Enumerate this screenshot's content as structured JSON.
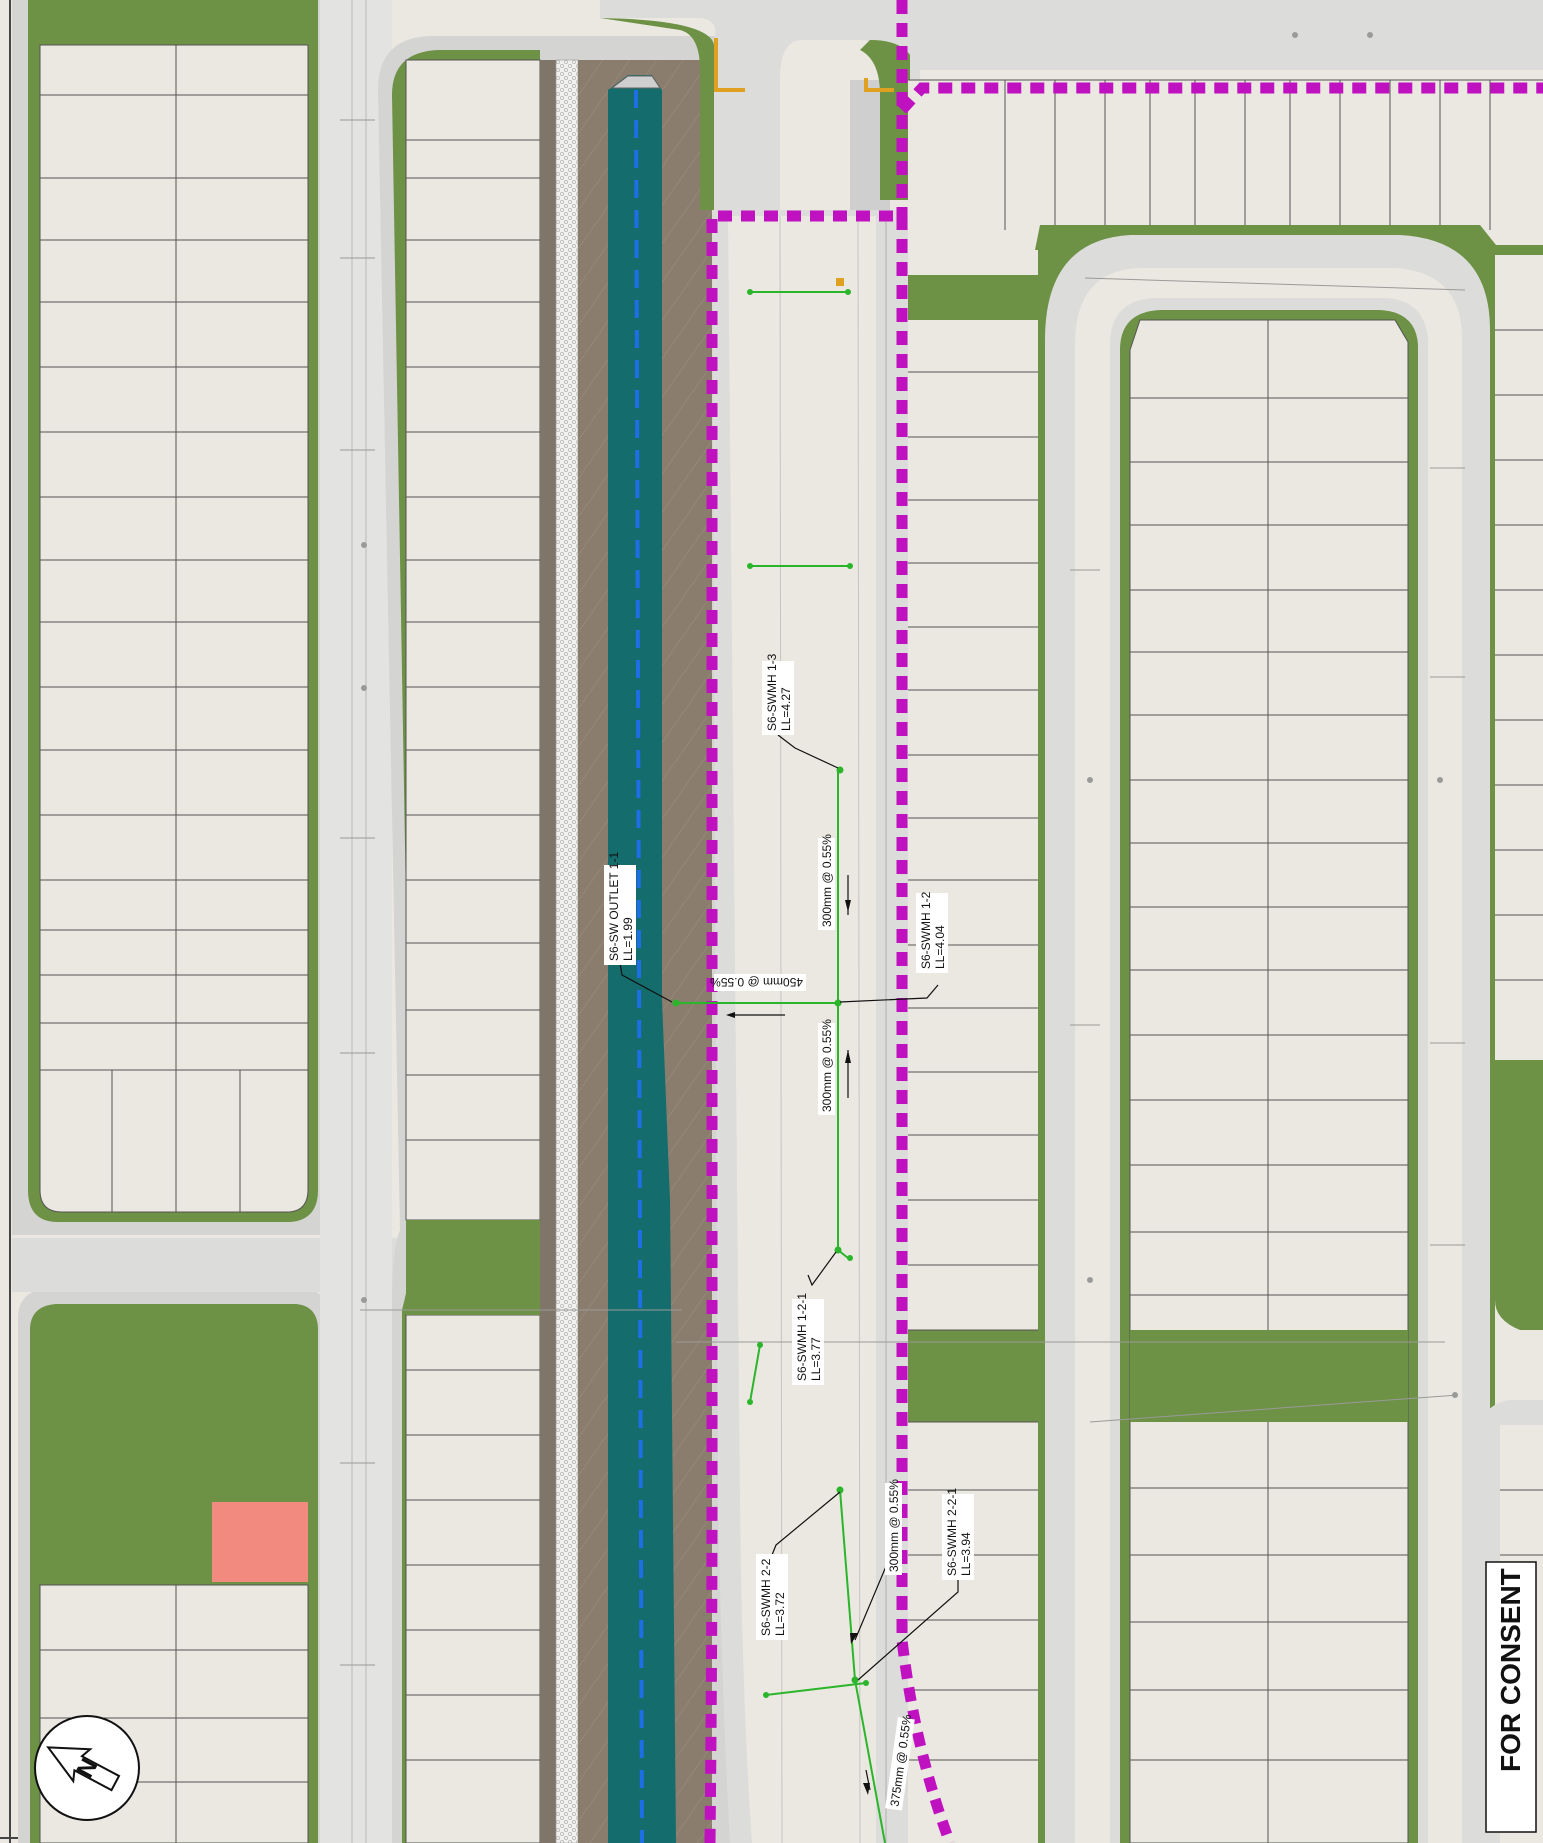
{
  "stamp": {
    "text": "FOR CONSENT"
  },
  "north_arrow": {
    "label": "N"
  },
  "colors": {
    "lot": "#ebe8e1",
    "green": "#6d9145",
    "road": "#dcdcda",
    "channel_water": "#146c6c",
    "channel_bank": "#8a7d6e",
    "boundary": "#c011c0",
    "stormwater": "#2bb52b",
    "flow_line": "#1e6fe6"
  },
  "labels": {
    "swmh_1_3": {
      "name": "S6-SWMH 1-3",
      "ll": "LL=4.27"
    },
    "swmh_1_2": {
      "name": "S6-SWMH  1-2",
      "ll": "LL=4.04"
    },
    "outlet": {
      "name": "S6-SW OUTLET 1-1",
      "ll": "LL=1.99"
    },
    "swmh_1_2_1": {
      "name": "S6-SWMH 1-2-1",
      "ll": "LL=3.77"
    },
    "swmh_2_2": {
      "name": "S6-SWMH 2-2",
      "ll": "LL=3.72"
    },
    "swmh_2_2_1": {
      "name": "S6-SWMH 2-2-1",
      "ll": "LL=3.94"
    },
    "pipe_450": "450mm @ 0.55%",
    "pipe_300_a": "300mm @ 0.55%",
    "pipe_300_b": "300mm @ 0.55%",
    "pipe_300_c": "300mm @ 0.55%",
    "pipe_375": "375mm @ 0.55%"
  }
}
